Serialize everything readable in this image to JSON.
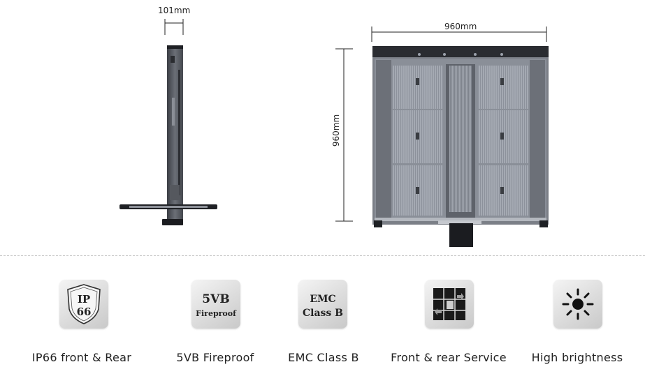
{
  "dimensions": {
    "side_width": "101mm",
    "front_width": "960mm",
    "front_height": "960mm"
  },
  "features": [
    {
      "label": "IP66 front & Rear",
      "icon": "ip66-shield-icon",
      "badge_top": "IP",
      "badge_bottom": "66"
    },
    {
      "label": "5VB Fireproof",
      "icon": "fireproof-badge-icon",
      "badge_top": "5VB",
      "badge_bottom": "Fireproof"
    },
    {
      "label": "EMC Class B",
      "icon": "emc-badge-icon",
      "badge_top": "EMC",
      "badge_bottom": "Class B"
    },
    {
      "label": "Front & rear Service",
      "icon": "service-grid-icon"
    },
    {
      "label": "High brightness",
      "icon": "sun-brightness-icon"
    }
  ]
}
